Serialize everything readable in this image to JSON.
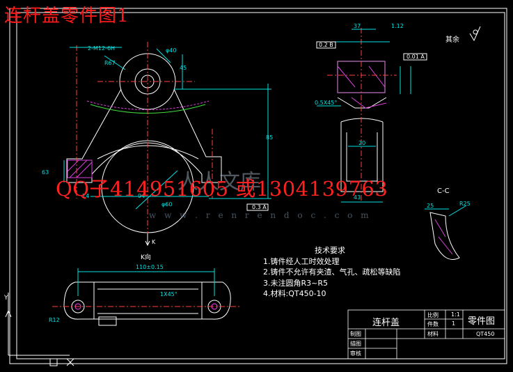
{
  "title_overlay": "连杆盖零件图1",
  "watermark_contact": "QQ子414951605 或1304139763",
  "watermark_site": "人人文库",
  "watermark_url": "w w w . r e n r e n d o c . c o m",
  "tech_requirements": {
    "heading": "技术要求",
    "items": [
      "1.铸件经人工时效处理",
      "2.铸件不允许有夹渣、气孔、疏松等缺陷",
      "3.未注圆角R3~R5",
      "4.材料:QT450-10"
    ]
  },
  "title_block": {
    "part_name": "连杆盖",
    "drawing_type": "零件图",
    "scale_label": "比例",
    "scale_value": "1:1",
    "qty_label": "件数",
    "qty_value": "1",
    "material_label": "材料",
    "material_value": "QT450",
    "drawn_label": "制图",
    "drafted_label": "描图",
    "checked_label": "审核"
  },
  "section_labels": {
    "cc": "C-C",
    "k_view": "K向",
    "k_arrow": "K",
    "rest_roughness": "其余"
  },
  "dimensions": {
    "thread": "2-M12-6H",
    "r67": "R67",
    "phi40": "φ40",
    "d45": "45",
    "d63": "63",
    "d85": "85",
    "d94": "94",
    "d14": "14",
    "phi60": "φ60",
    "d37": "37",
    "d12": "1.12",
    "d05x45": "0.5X45°",
    "d20": "20",
    "d43": "43",
    "tol_03a": "0.3 A",
    "tol_01a": "0.01 A",
    "tol_02b": "0.2 B",
    "width_110": "110±0.15",
    "r12": "R12",
    "chamfer": "1X45°",
    "d25": "25",
    "r25": "R25"
  },
  "colors": {
    "background": "#000000",
    "line": "#ffffff",
    "dimension": "#00e5e5",
    "center": "#ff4040",
    "hatch": "#e040e0",
    "green": "#40e040",
    "yellow": "#ffff40",
    "title_red": "#ff1a1a"
  }
}
